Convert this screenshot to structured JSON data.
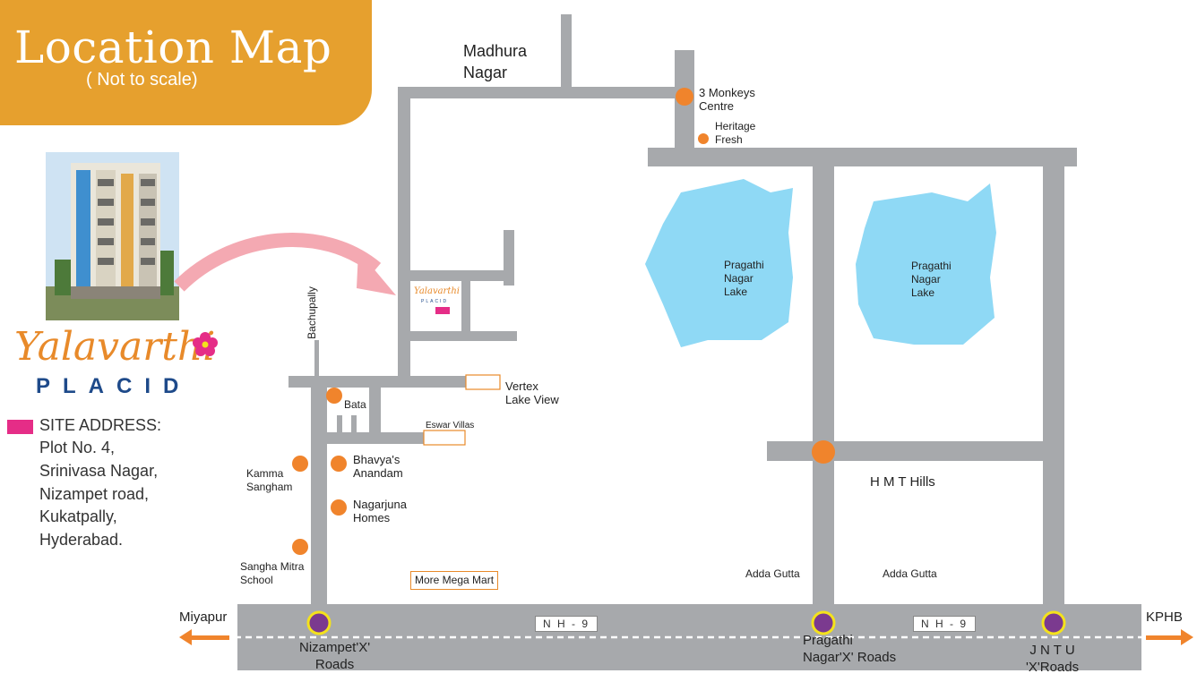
{
  "header": {
    "title": "Location Map",
    "subtitle": "( Not to scale)"
  },
  "brand": {
    "name": "Yalavarthi",
    "tagline": "PLACID",
    "map_logo_name": "Yalavarthi",
    "map_logo_tag": "PLACID"
  },
  "address": {
    "heading": "SITE ADDRESS:",
    "lines": [
      "Plot No. 4,",
      "Srinivasa Nagar,",
      "Nizampet road,",
      "Kukatpally,",
      "Hyderabad."
    ]
  },
  "places": {
    "madhura_nagar": [
      "Madhura",
      "Nagar"
    ],
    "monkeys_centre": [
      "3 Monkeys",
      "Centre"
    ],
    "heritage_fresh": [
      "Heritage",
      "Fresh"
    ],
    "lake1": [
      "Pragathi",
      "Nagar",
      "Lake"
    ],
    "lake2": [
      "Pragathi",
      "Nagar",
      "Lake"
    ],
    "bachupally": "Bachupally",
    "vertex": [
      "Vertex",
      "Lake View"
    ],
    "bata": "Bata",
    "eswar": "Eswar Villas",
    "bhavya": [
      "Bhavya's",
      "Anandam"
    ],
    "kamma": [
      "Kamma",
      "Sangham"
    ],
    "nagarjuna": [
      "Nagarjuna",
      "Homes"
    ],
    "sangha": [
      "Sangha Mitra",
      "School"
    ],
    "more": "More Mega Mart",
    "hmt": "H M T Hills",
    "adda1": "Adda Gutta",
    "adda2": "Adda Gutta",
    "miyapur": "Miyapur",
    "kphb": "KPHB",
    "nh1": "N H - 9",
    "nh2": "N H - 9",
    "nizampet": [
      "Nizampet'X'",
      "Roads"
    ],
    "pragathi_x": [
      "Pragathi",
      "Nagar'X' Roads"
    ],
    "jntu": [
      "J N T U",
      "'X'Roads"
    ]
  },
  "colors": {
    "road": "#a7a9ac",
    "accent": "#e6a02e",
    "poi": "#f0842c",
    "lake": "#8fd9f5",
    "junction": "#7b3a8f",
    "junction_ring": "#f4e21c",
    "site": "#e52d87"
  }
}
